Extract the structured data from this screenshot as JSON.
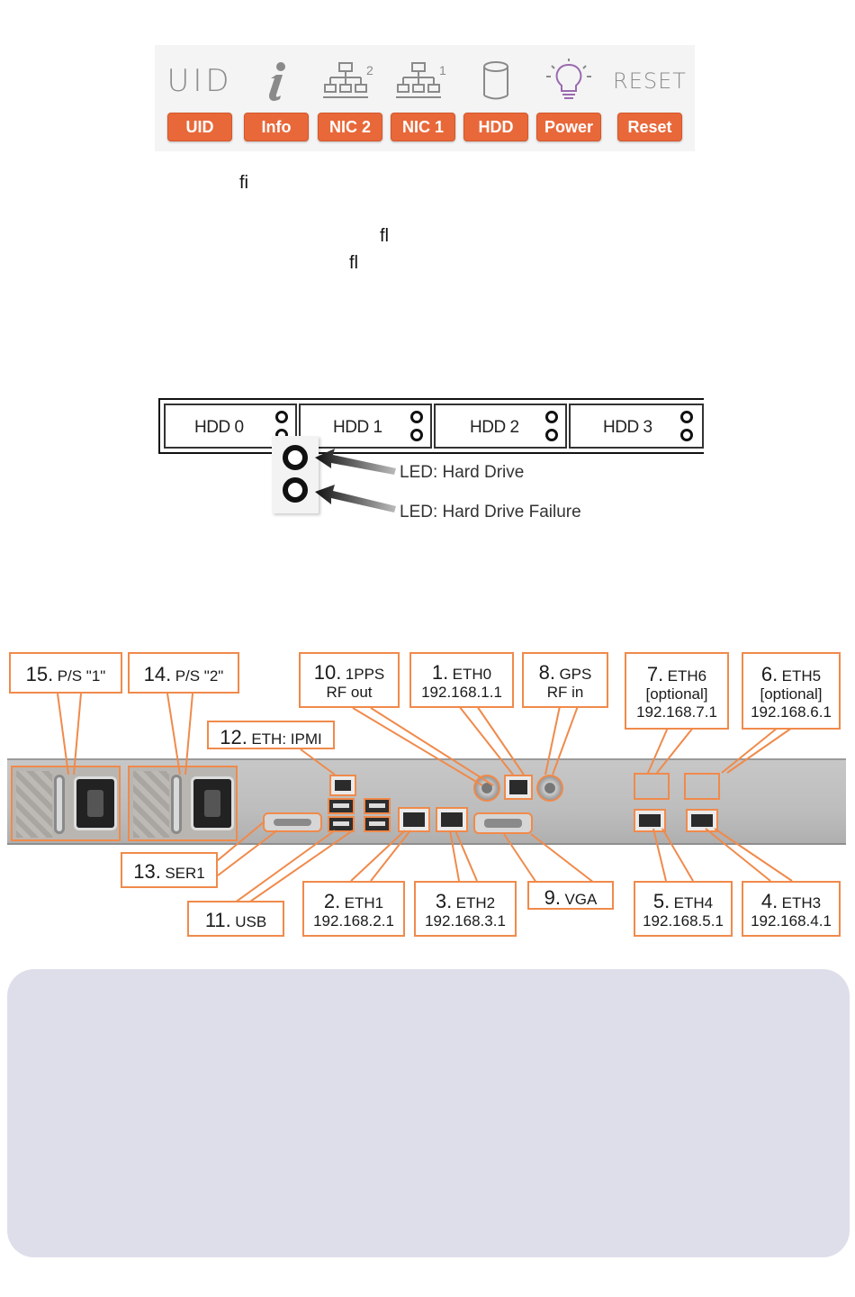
{
  "front_panel": {
    "buttons": [
      {
        "label": "UID",
        "icon": "uid-text-icon"
      },
      {
        "label": "Info",
        "icon": "info-icon"
      },
      {
        "label": "NIC 2",
        "icon": "network-2-icon"
      },
      {
        "label": "NIC 1",
        "icon": "network-1-icon"
      },
      {
        "label": "HDD",
        "icon": "hard-drive-icon"
      },
      {
        "label": "Power",
        "icon": "lightbulb-icon"
      },
      {
        "label": "Reset",
        "icon": "reset-text-icon"
      }
    ],
    "glyph_texts": {
      "uid": "UID",
      "reset": "RESET",
      "nic2_suffix": "2",
      "nic1_suffix": "1"
    },
    "accent_color": "#e8683a"
  },
  "ligatures": [
    "ﬁ",
    "ﬂ",
    "ﬂ"
  ],
  "hdd_panel": {
    "bays": [
      "HDD 0",
      "HDD 1",
      "HDD 2",
      "HDD 3"
    ],
    "led_captions": [
      "LED: Hard Drive",
      "LED: Hard Drive Failure"
    ]
  },
  "rear_panel": {
    "labels": {
      "l15": {
        "num": "15.",
        "text": "P/S \"1\""
      },
      "l14": {
        "num": "14.",
        "text": "P/S \"2\""
      },
      "l12": {
        "num": "12.",
        "text": "ETH: IPMI"
      },
      "l10": {
        "num": "10.",
        "text": "1PPS",
        "sub": "RF out"
      },
      "l1": {
        "num": "1.",
        "text": "ETH0",
        "sub": "192.168.1.1"
      },
      "l8": {
        "num": "8.",
        "text": "GPS",
        "sub": "RF in"
      },
      "l7": {
        "num": "7.",
        "text": "ETH6",
        "sub": "[optional]",
        "sub2": "192.168.7.1"
      },
      "l6": {
        "num": "6.",
        "text": "ETH5",
        "sub": "[optional]",
        "sub2": "192.168.6.1"
      },
      "l13": {
        "num": "13.",
        "text": "SER1"
      },
      "l11": {
        "num": "11.",
        "text": "USB"
      },
      "l2": {
        "num": "2.",
        "text": "ETH1",
        "sub": "192.168.2.1"
      },
      "l3": {
        "num": "3.",
        "text": "ETH2",
        "sub": "192.168.3.1"
      },
      "l9": {
        "num": "9.",
        "text": "VGA"
      },
      "l5": {
        "num": "5.",
        "text": "ETH4",
        "sub": "192.168.5.1"
      },
      "l4": {
        "num": "4.",
        "text": "ETH3",
        "sub": "192.168.4.1"
      }
    },
    "callout_color": "#f08a4b"
  },
  "note_card": {
    "background": "#dedeeb"
  }
}
